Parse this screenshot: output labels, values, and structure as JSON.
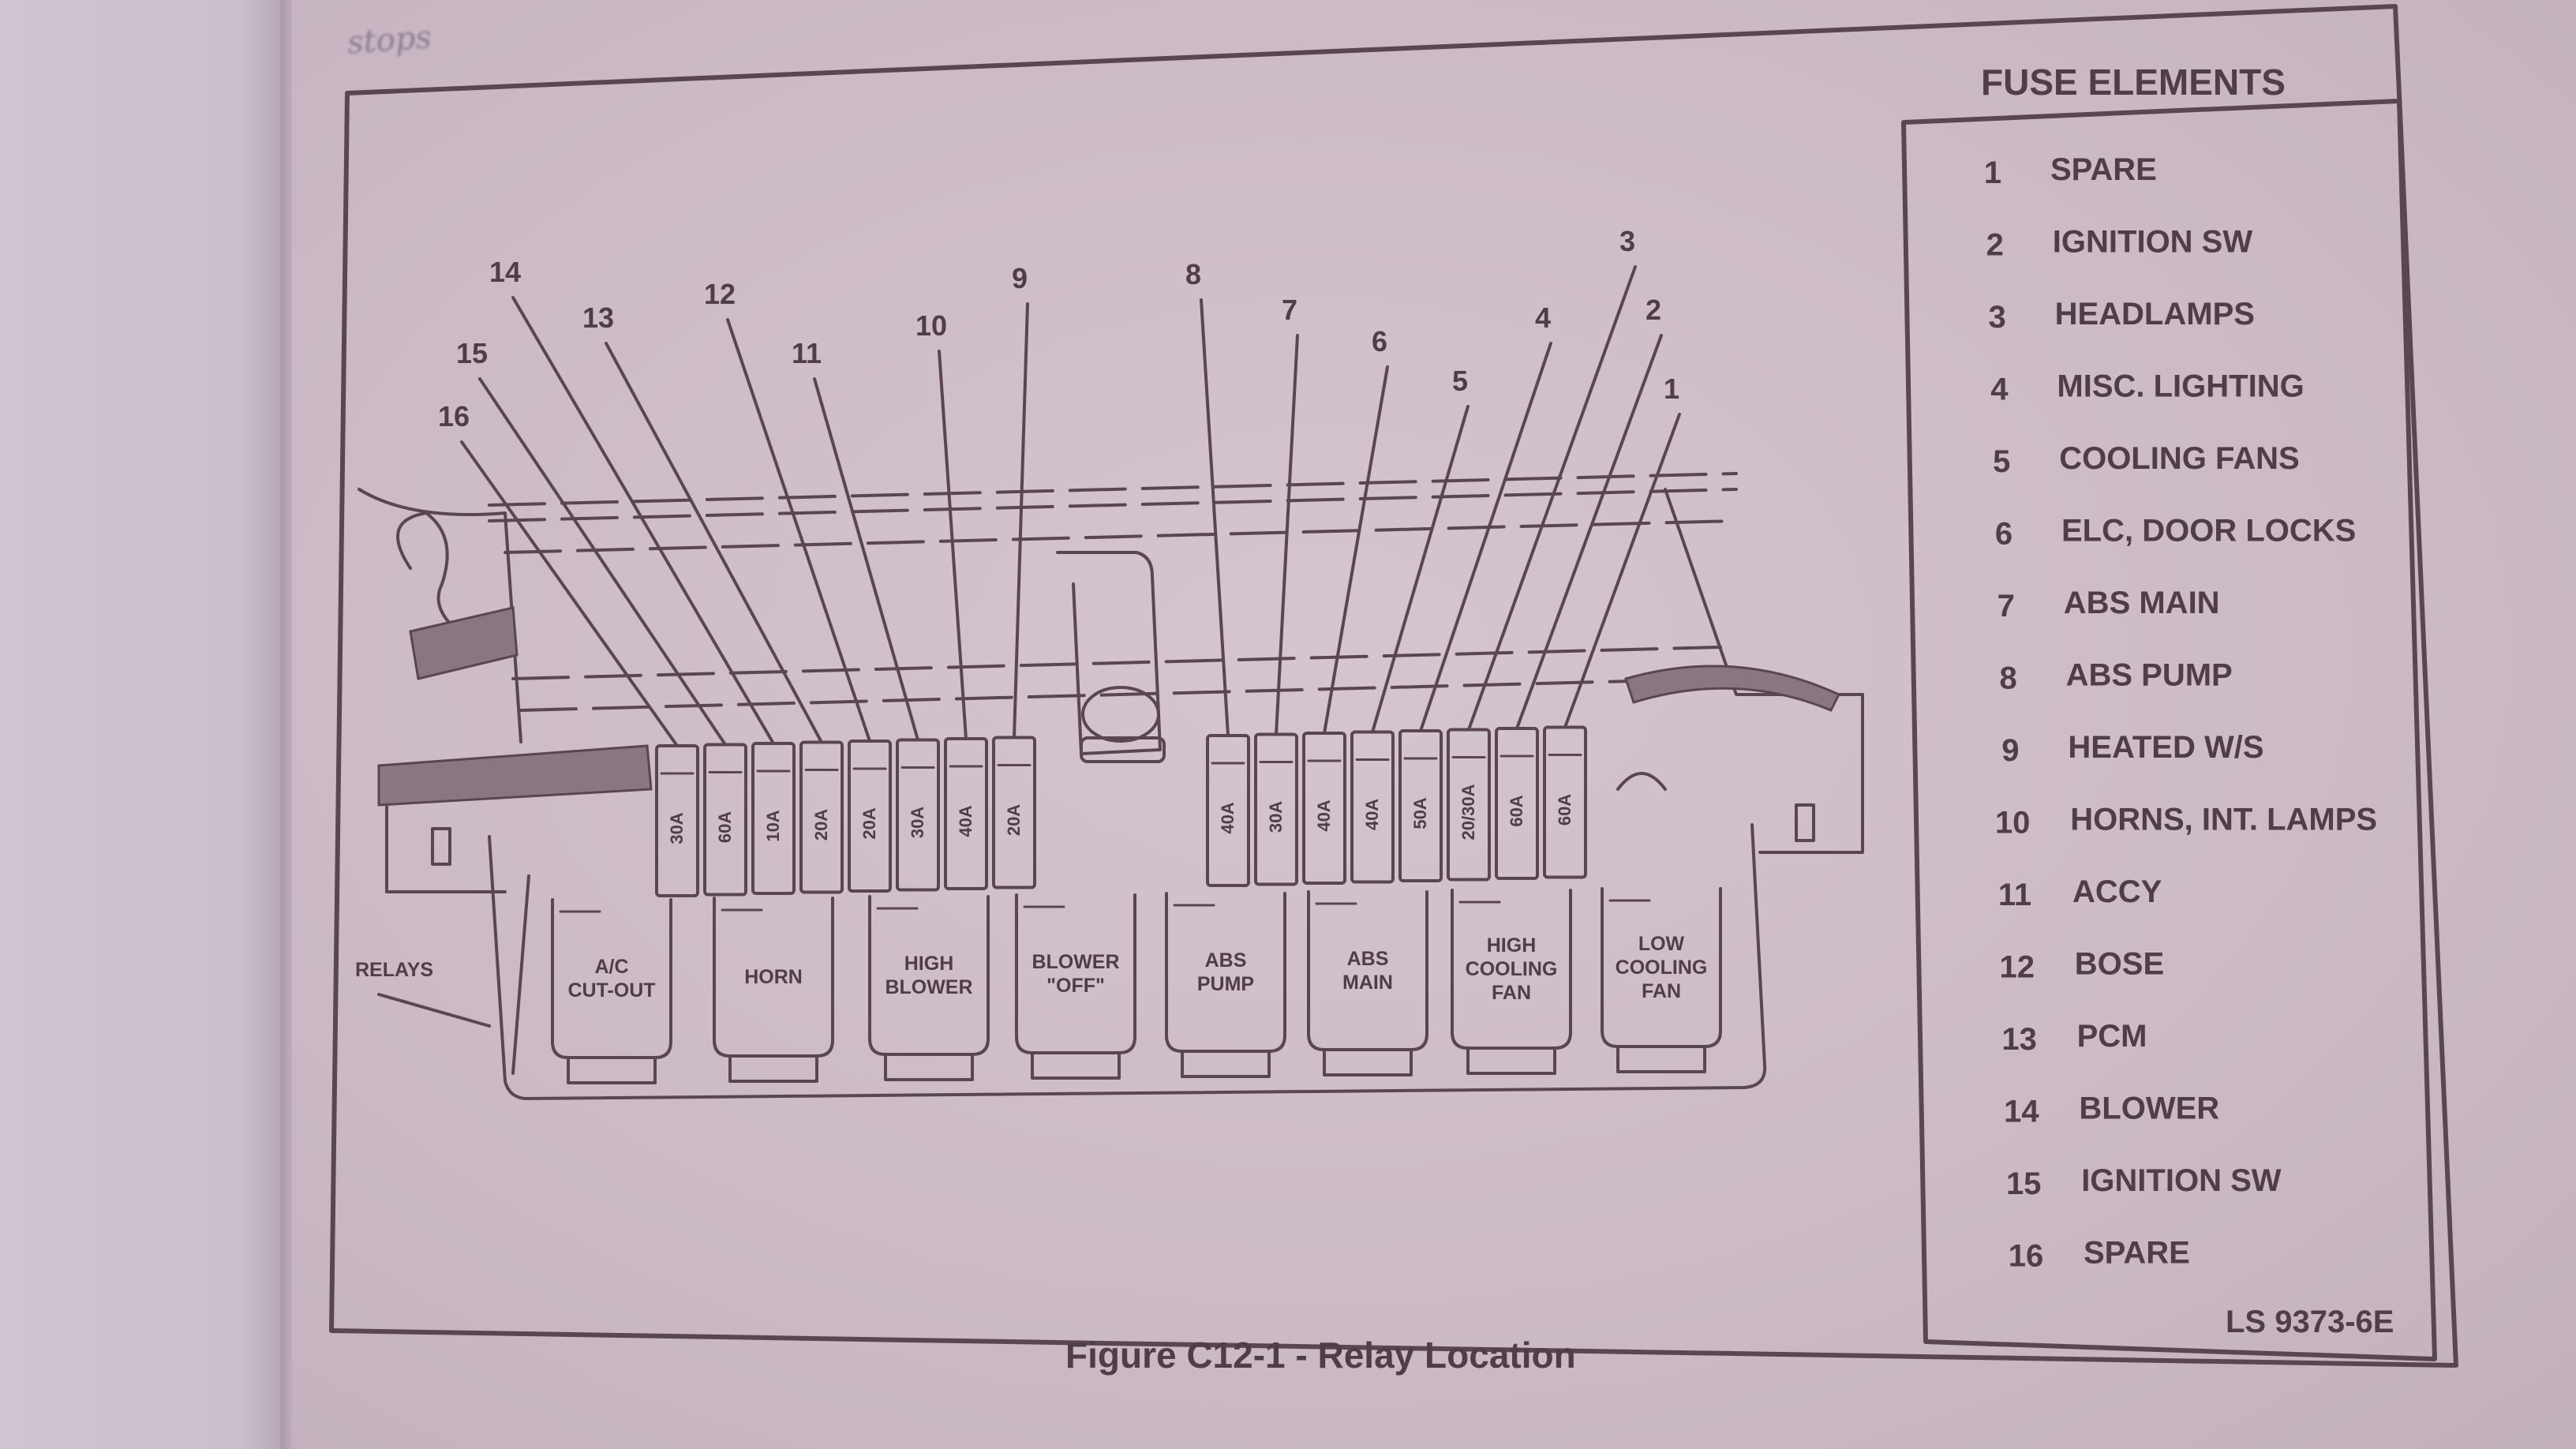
{
  "document": {
    "top_partial_text": "stops",
    "caption": "Figure C12-1 - Relay Location",
    "doc_code": "LS 9373-6E"
  },
  "diagram": {
    "relays_label": "RELAYS",
    "legend": {
      "title": "FUSE ELEMENTS",
      "items": [
        {
          "num": "1",
          "label": "SPARE"
        },
        {
          "num": "2",
          "label": "IGNITION SW"
        },
        {
          "num": "3",
          "label": "HEADLAMPS"
        },
        {
          "num": "4",
          "label": "MISC. LIGHTING"
        },
        {
          "num": "5",
          "label": "COOLING FANS"
        },
        {
          "num": "6",
          "label": "ELC, DOOR LOCKS"
        },
        {
          "num": "7",
          "label": "ABS MAIN"
        },
        {
          "num": "8",
          "label": "ABS PUMP"
        },
        {
          "num": "9",
          "label": "HEATED W/S"
        },
        {
          "num": "10",
          "label": "HORNS, INT. LAMPS"
        },
        {
          "num": "11",
          "label": "ACCY"
        },
        {
          "num": "12",
          "label": "BOSE"
        },
        {
          "num": "13",
          "label": "PCM"
        },
        {
          "num": "14",
          "label": "BLOWER"
        },
        {
          "num": "15",
          "label": "IGNITION SW"
        },
        {
          "num": "16",
          "label": "SPARE"
        }
      ]
    },
    "fuses_left_bank": [
      {
        "callout": "16",
        "rating": "30A"
      },
      {
        "callout": "15",
        "rating": "60A"
      },
      {
        "callout": "14",
        "rating": "10A"
      },
      {
        "callout": "13",
        "rating": "20A"
      },
      {
        "callout": "12",
        "rating": "20A"
      },
      {
        "callout": "11",
        "rating": "30A"
      },
      {
        "callout": "10",
        "rating": "40A"
      },
      {
        "callout": "9",
        "rating": "20A"
      }
    ],
    "fuses_right_bank": [
      {
        "callout": "8",
        "rating": "40A"
      },
      {
        "callout": "7",
        "rating": "30A"
      },
      {
        "callout": "6",
        "rating": "40A"
      },
      {
        "callout": "5",
        "rating": "40A"
      },
      {
        "callout": "4",
        "rating": "50A"
      },
      {
        "callout": "3",
        "rating": "20/30A"
      },
      {
        "callout": "2",
        "rating": "60A"
      },
      {
        "callout": "1",
        "rating": "60A"
      }
    ],
    "relays": [
      {
        "lines": [
          "A/C",
          "CUT-OUT"
        ]
      },
      {
        "lines": [
          "HORN"
        ]
      },
      {
        "lines": [
          "HIGH",
          "BLOWER"
        ]
      },
      {
        "lines": [
          "BLOWER",
          "\"OFF\""
        ]
      },
      {
        "lines": [
          "ABS",
          "PUMP"
        ]
      },
      {
        "lines": [
          "ABS",
          "MAIN"
        ]
      },
      {
        "lines": [
          "HIGH",
          "COOLING",
          "FAN"
        ]
      },
      {
        "lines": [
          "LOW",
          "COOLING",
          "FAN"
        ]
      }
    ]
  }
}
